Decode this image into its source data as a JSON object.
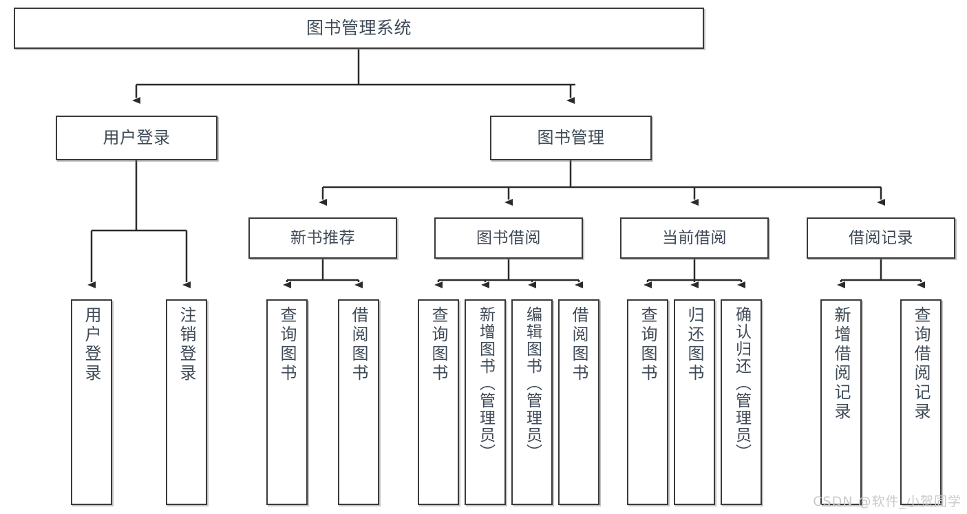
{
  "diagram": {
    "type": "tree",
    "title": "图书管理系统",
    "root": {
      "label": "图书管理系统"
    },
    "level1": [
      {
        "label": "用户登录"
      },
      {
        "label": "图书管理"
      }
    ],
    "level2": [
      {
        "label": "新书推荐",
        "parent": "图书管理"
      },
      {
        "label": "图书借阅",
        "parent": "图书管理"
      },
      {
        "label": "当前借阅",
        "parent": "图书管理"
      },
      {
        "label": "借阅记录",
        "parent": "图书管理"
      }
    ],
    "leaves": {
      "user_login": [
        {
          "label": "用户登录"
        },
        {
          "label": "注销登录"
        }
      ],
      "new_book_recommend": [
        {
          "label": "查询图书"
        },
        {
          "label": "借阅图书"
        }
      ],
      "book_borrow": [
        {
          "label": "查询图书"
        },
        {
          "label": "新增图书（管理员）"
        },
        {
          "label": "编辑图书（管理员）"
        },
        {
          "label": "借阅图书"
        }
      ],
      "current_borrow": [
        {
          "label": "查询图书"
        },
        {
          "label": "归还图书"
        },
        {
          "label": "确认归还（管理员）"
        }
      ],
      "borrow_record": [
        {
          "label": "新增借阅记录"
        },
        {
          "label": "查询借阅记录"
        }
      ]
    }
  },
  "watermark": {
    "text": "CSDN @软件_小贺同学"
  },
  "colors": {
    "box_border": "#3a3a3a",
    "text": "#3f4a57",
    "line": "#2b2b2b",
    "background": "#ffffff",
    "watermark": "#c9c9c9"
  }
}
